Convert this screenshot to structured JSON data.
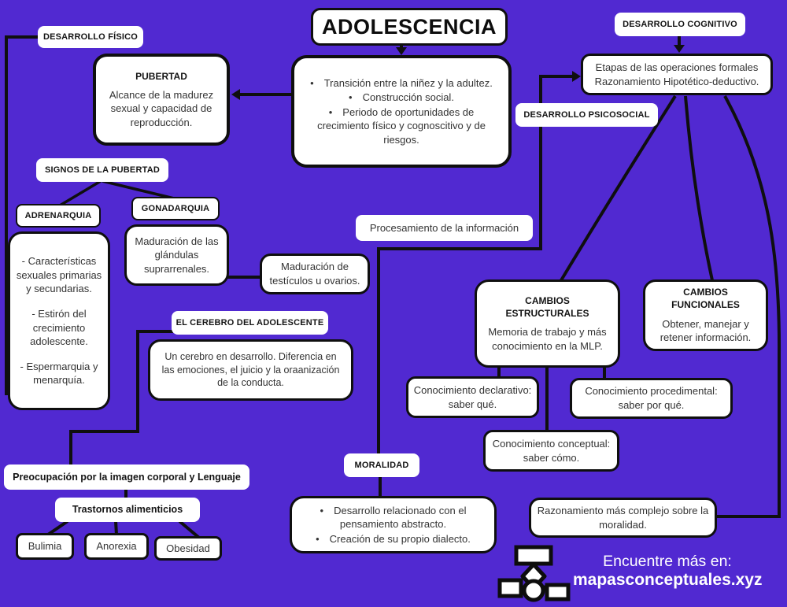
{
  "colors": {
    "background": "#5129d1",
    "box_fill": "#ffffff",
    "line": "#0f0f0f",
    "footer_text": "#ffffff"
  },
  "title": {
    "text": "ADOLESCENCIA"
  },
  "intro": {
    "bullets": [
      "Transición entre la niñez y la adultez.",
      "Construcción social.",
      "Periodo de oportunidades de crecimiento físico y cognoscitivo y de riesgos."
    ]
  },
  "physical": {
    "section_label": "DESARROLLO FÍSICO",
    "pubertad": {
      "title": "PUBERTAD",
      "body": "Alcance de la madurez sexual y capacidad de reproducción."
    },
    "signos_label": "SIGNOS DE LA PUBERTAD",
    "adrenarquia": {
      "label": "ADRENARQUIA",
      "items": [
        "- Características sexuales primarias y secundarias.",
        "- Estirón del crecimiento adolescente.",
        "- Espermarquia y menarquía."
      ]
    },
    "gonadarquia": {
      "label": "GONADARQUIA",
      "body": "Maduración de las glándulas suprarrenales.",
      "gonadas": "Maduración de testículos u ovarios."
    },
    "cerebro": {
      "label": "EL CEREBRO DEL ADOLESCENTE",
      "body": "Un cerebro en desarrollo. Diferencia en las emociones, el juicio y la oraanización de la conducta."
    },
    "preocupacion": "Preocupación por la imagen corporal y Lenguaje",
    "trastornos": {
      "label": "Trastornos alimenticios",
      "items": [
        "Bulimia",
        "Anorexia",
        "Obesidad"
      ]
    }
  },
  "cognitive": {
    "section_label": "DESARROLLO COGNITIVO",
    "etapas_line1": "Etapas de las operaciones formales",
    "etapas_line2": "Razonamiento Hipotético-deductivo.",
    "procesamiento": "Procesamiento de la información",
    "estructurales": {
      "title": "CAMBIOS ESTRUCTURALES",
      "body": "Memoria de trabajo y más conocimiento en la MLP."
    },
    "funcionales": {
      "title": "CAMBIOS FUNCIONALES",
      "body": "Obtener, manejar y retener información."
    },
    "declarativo": "Conocimiento declarativo: saber qué.",
    "procedimental": "Conocimiento procedimental: saber por qué.",
    "conceptual": "Conocimiento conceptual: saber cómo."
  },
  "psychosocial": {
    "section_label": "DESARROLLO PSICOSOCIAL",
    "moralidad": {
      "label": "MORALIDAD",
      "bullets": [
        "Desarrollo relacionado con el pensamiento abstracto.",
        "Creación de su propio dialecto."
      ]
    },
    "razonamiento": "Razonamiento más complejo sobre la moralidad."
  },
  "footer": {
    "tagline": "Encuentre más en:",
    "site": "mapasconceptuales.xyz"
  }
}
